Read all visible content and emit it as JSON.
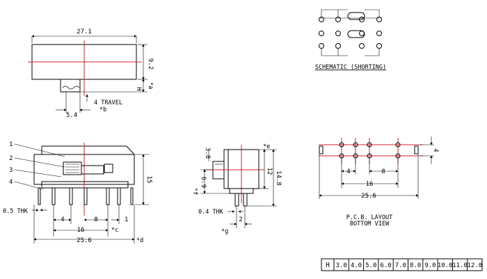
{
  "colors": {
    "line": "#000000",
    "center_line": "#d4202a",
    "background": "#ffffff"
  },
  "top_view": {
    "width": "27.1",
    "height": "9.2",
    "h_label": "H",
    "a_label": "*a",
    "travel": "4 TRAVEL",
    "pitch": "5.4",
    "b_label": "*b"
  },
  "schematic": {
    "title": "SCHEMATIC (SHORTING)"
  },
  "side_view": {
    "callouts": [
      "1",
      "2",
      "3",
      "4"
    ],
    "height": "15",
    "thickness": "0.5 THK",
    "pitch_4": "4",
    "pitch_8": "8",
    "pitch_1": "1",
    "span_16": "16",
    "c_label": "*c",
    "overall": "25.6",
    "d_label": "*d"
  },
  "end_view": {
    "dim_38": "3.8",
    "e_label": "*e",
    "dim_12": "12",
    "dim_148": "14.8",
    "dim_69": "6.9",
    "f_label": "*f",
    "thickness": "0.4 THK",
    "dim_2": "2",
    "g_label": "*g"
  },
  "pcb": {
    "dim_4_vert": "4",
    "dim_4": "4",
    "dim_8": "8",
    "dim_16": "16",
    "dim_256": "25.6",
    "title_line1": "P.C.B. LAYOUT",
    "title_line2": "BOTTOM VIEW"
  },
  "h_table": {
    "header": "H",
    "values": [
      "3.0",
      "4.0",
      "5.0",
      "6.0",
      "7.0",
      "8.0",
      "9.0",
      "10.0",
      "11.0",
      "12.0"
    ]
  }
}
